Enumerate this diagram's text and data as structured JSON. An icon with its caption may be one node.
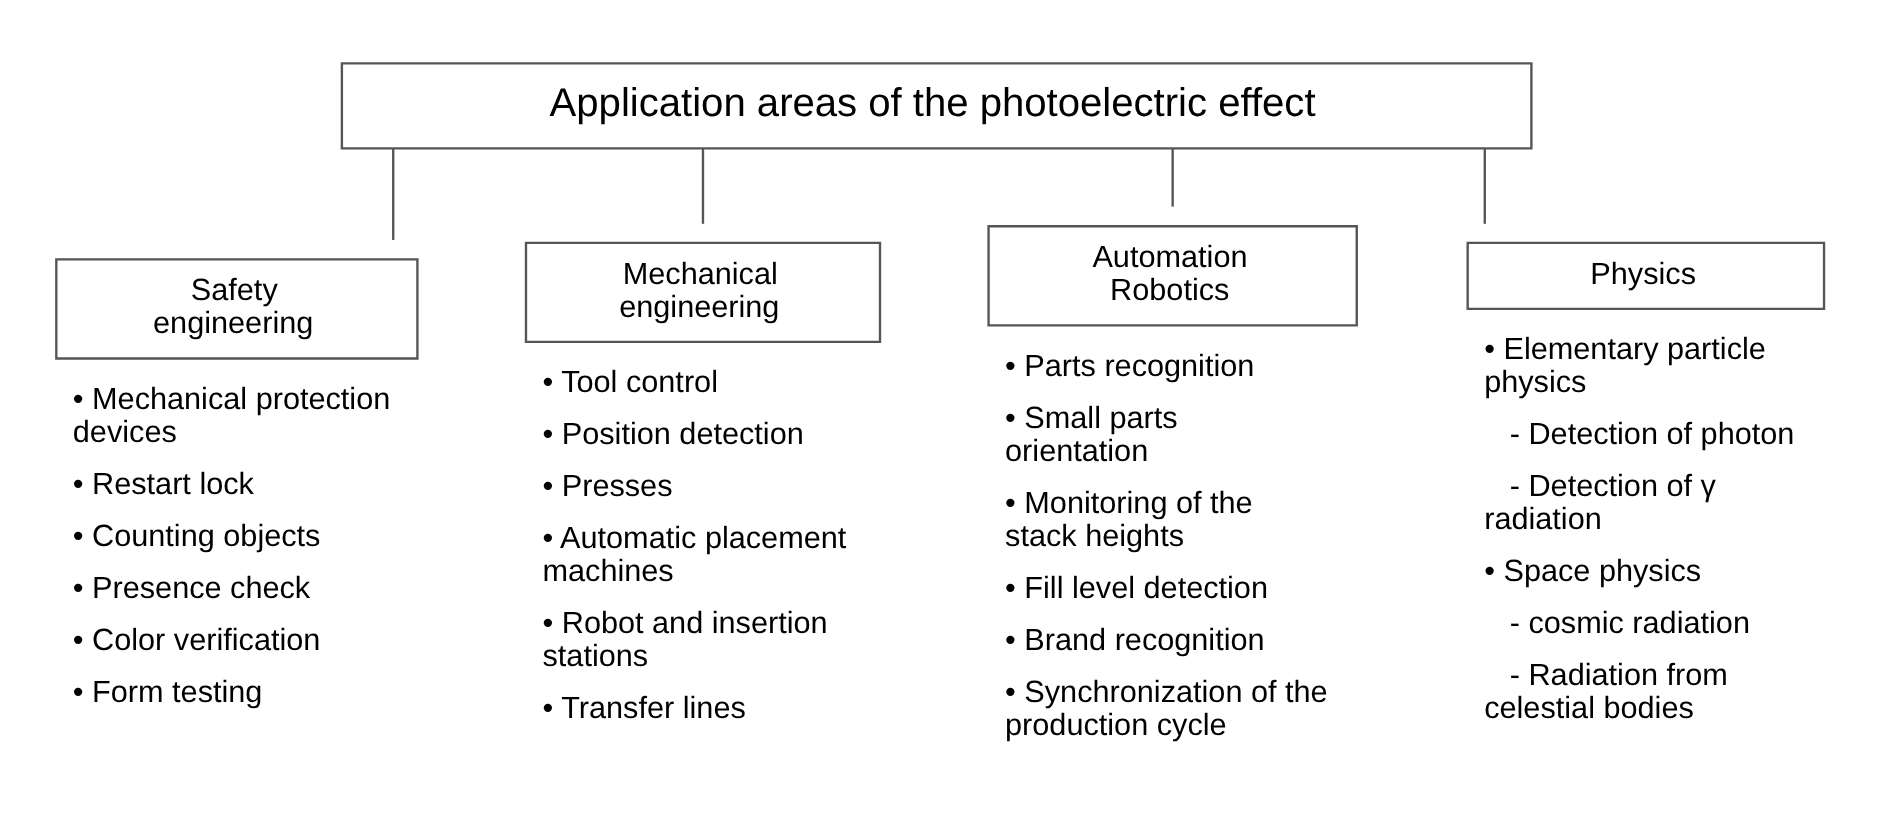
{
  "diagram": {
    "nodes": [
      {
        "text": [
          "Application areas of the photoelectric effect"
        ]
      },
      {
        "text": [
          "Safety engineering"
        ],
        "beside": [
          "• Mechanical protection devices",
          "• Restart lock",
          "• Counting objects",
          "• Presence check",
          "• Color verification",
          "• Form testing"
        ]
      },
      {
        "text": [
          "Mechanical engineering"
        ],
        "beside": [
          "• Tool control",
          "• Position detection",
          "• Presses",
          "• Automatic placement machines",
          "• Robot and insertion stations",
          "• Transfer lines"
        ]
      },
      {
        "text": [
          "Automation Robotics"
        ],
        "beside": [
          "• Parts recognition",
          "• Small parts orientation",
          "• Monitoring of the stack heights",
          "• Fill level detection",
          "• Brand recognition",
          "• Synchronization of the production cycle"
        ]
      },
      {
        "text": [
          "Physics"
        ],
        "beside": [
          "• Elementary particle physics",
          "- Detection of photon",
          "- Detection of γ radiation",
          "• Space physics",
          "- cosmic radiation",
          "- Radiation from celestial bodies"
        ]
      }
    ],
    "edges": [
      {
        "from": 0,
        "to": 1,
        "arrow": "none"
      },
      {
        "from": 0,
        "to": 2,
        "arrow": "none"
      },
      {
        "from": 0,
        "to": 3,
        "arrow": "none"
      },
      {
        "from": 0,
        "to": 4,
        "arrow": "none"
      }
    ]
  }
}
